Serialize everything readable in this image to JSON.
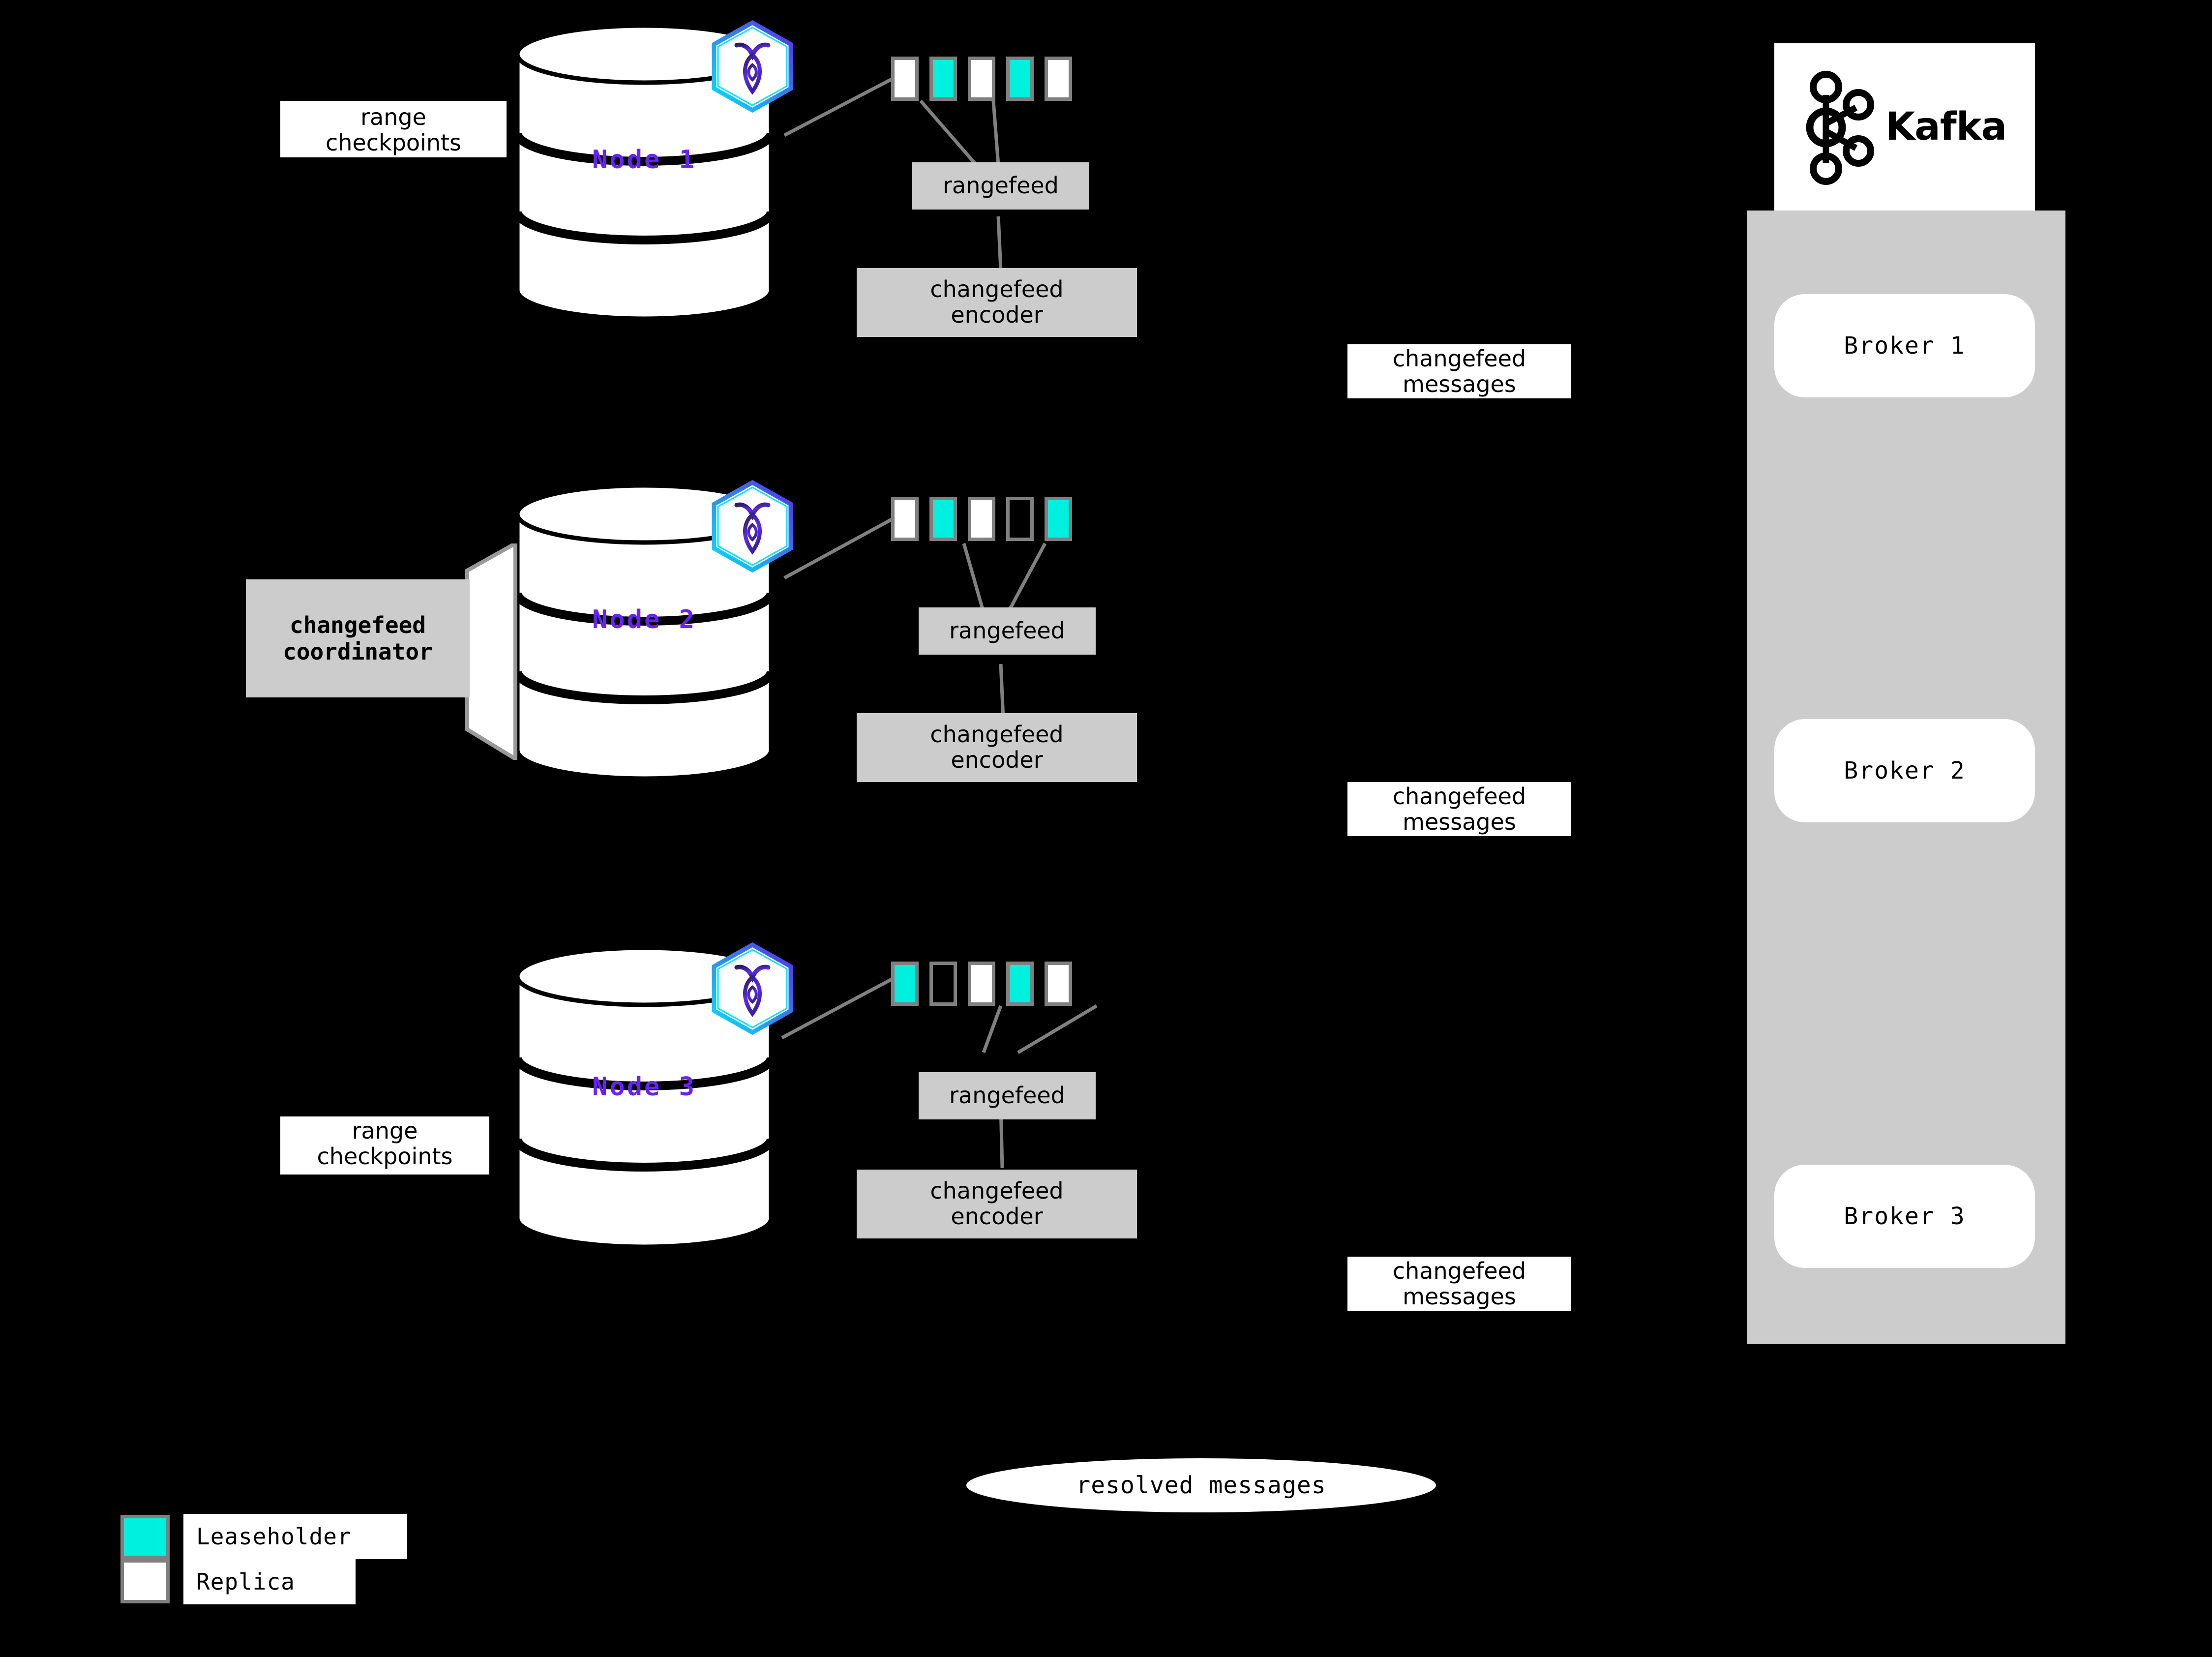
{
  "nodes": [
    {
      "name": "Node 1",
      "logo_icon": "cockroachdb-hexagon-icon",
      "ranges": [
        "replica",
        "leaseholder",
        "replica",
        "leaseholder",
        "replica"
      ],
      "rangefeed_label": "rangefeed",
      "encoder_label": "changefeed\nencoder",
      "side_label": "range\ncheckpoints"
    },
    {
      "name": "Node 2",
      "logo_icon": "cockroachdb-hexagon-icon",
      "ranges": [
        "replica",
        "leaseholder",
        "replica",
        "empty",
        "leaseholder"
      ],
      "rangefeed_label": "rangefeed",
      "encoder_label": "changefeed\nencoder",
      "side_label": "changefeed\ncoordinator"
    },
    {
      "name": "Node 3",
      "logo_icon": "cockroachdb-hexagon-icon",
      "ranges": [
        "leaseholder",
        "empty",
        "replica",
        "leaseholder",
        "replica"
      ],
      "rangefeed_label": "rangefeed",
      "encoder_label": "changefeed\nencoder",
      "side_label": "range\ncheckpoints"
    }
  ],
  "flow_labels": [
    {
      "text": "changefeed\nmessages"
    },
    {
      "text": "changefeed\nmessages"
    },
    {
      "text": "changefeed\nmessages"
    }
  ],
  "resolved": {
    "label": "resolved messages"
  },
  "kafka": {
    "brand": "Kafka",
    "logo_icon": "kafka-nodes-icon",
    "brokers": [
      {
        "label": "Broker 1"
      },
      {
        "label": "Broker 2"
      },
      {
        "label": "Broker 3"
      }
    ]
  },
  "legend": {
    "items": [
      {
        "label": "Leaseholder",
        "swatch": "leaseholder"
      },
      {
        "label": "Replica",
        "swatch": "replica"
      }
    ]
  },
  "colors": {
    "background": "#000000",
    "leaseholder": "#00F0E0",
    "replica": "#FFFFFF",
    "box_gray": "#CCCCCC",
    "border_gray": "#808080",
    "node_text": "#6A21F7",
    "logo_cyan": "#00E5FF",
    "logo_purple": "#5C2BE8"
  }
}
